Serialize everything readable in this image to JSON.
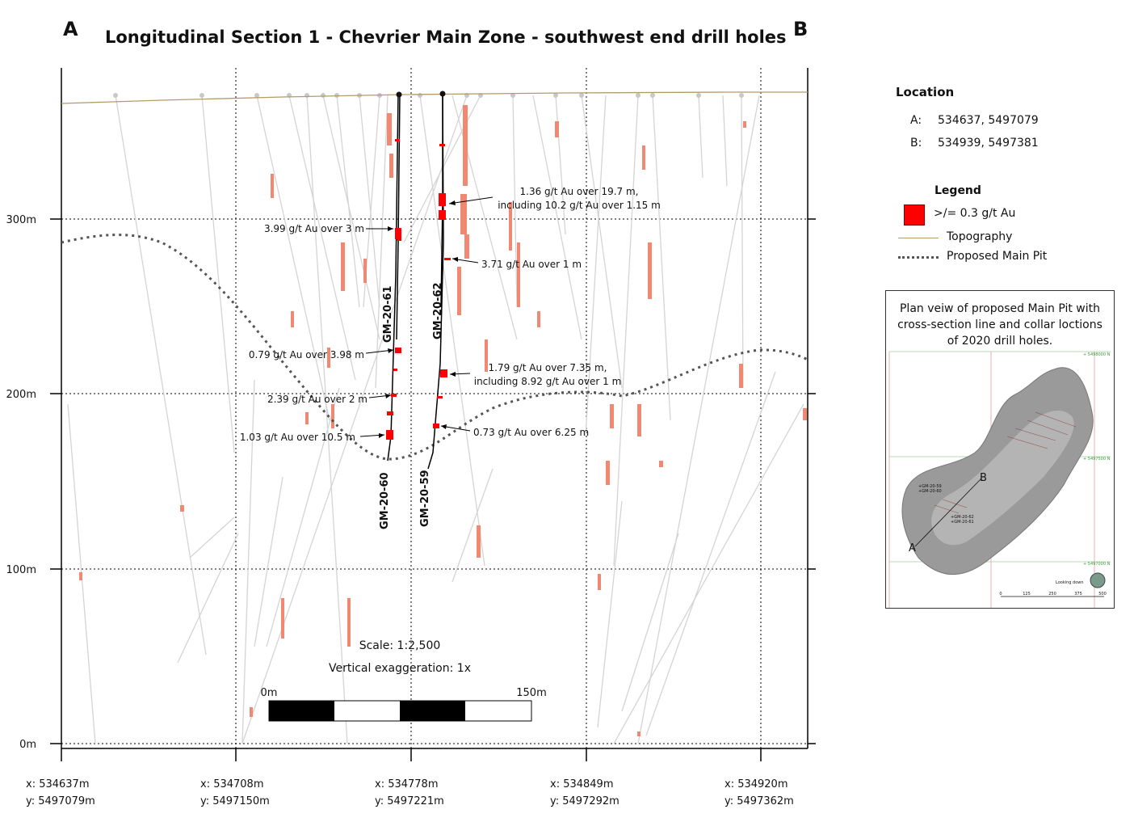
{
  "title": "Longitudinal Section 1 - Chevrier Main Zone - southwest end drill holes",
  "corner_a": "A",
  "corner_b": "B",
  "elevation_labels": [
    "300m",
    "200m",
    "100m",
    "0m"
  ],
  "x_labels": [
    {
      "x": "x: 534637m",
      "y": "y: 5497079m"
    },
    {
      "x": "x: 534708m",
      "y": "y: 5497150m"
    },
    {
      "x": "x: 534778m",
      "y": "y: 5497221m"
    },
    {
      "x": "x: 534849m",
      "y": "y: 5497292m"
    },
    {
      "x": "x: 534920m",
      "y": "y: 5497362m"
    }
  ],
  "holes": [
    "GM-20-61",
    "GM-20-62",
    "GM-20-60",
    "GM-20-59"
  ],
  "annotations": [
    "3.99 g/t Au over 3 m",
    "1.36 g/t Au over 19.7 m,",
    "including 10.2 g/t Au over 1.15 m",
    "3.71 g/t Au over 1 m",
    "0.79 g/t Au over 3.98 m",
    "1.79 g/t Au over 7.35 m,",
    "including 8.92 g/t Au over 1 m",
    "2.39 g/t Au over 2 m",
    "1.03 g/t Au over 10.5 m",
    "0.73 g/t Au over 6.25 m"
  ],
  "scale": {
    "label": "Scale: 1:2,500",
    "exaggeration": "Vertical exaggeration: 1x",
    "start": "0m",
    "end": "150m"
  },
  "location": {
    "heading": "Location",
    "a_key": "A:",
    "a_val": "534637, 5497079",
    "b_key": "B:",
    "b_val": "534939, 5497381"
  },
  "legend": {
    "title": "Legend",
    "grade": ">/= 0.3 g/t Au",
    "topography": "Topography",
    "pit": "Proposed Main Pit"
  },
  "inset": {
    "caption": "Plan veiw of proposed Main Pit with cross-section line and collar loctions of 2020 drill holes.",
    "grid_n1": "+ 5498000 N",
    "grid_n2": "+ 5497500 N",
    "grid_n3": "+ 5497000 N",
    "label_a": "A",
    "label_b": "B",
    "holes_1": "+GM-20-59",
    "holes_2": "+GM-20-60",
    "holes_3": "+GM-20-62",
    "holes_4": "+GM-20-61",
    "looking": "Looking down",
    "scale_ticks": [
      "0",
      "125",
      "250",
      "375",
      "500"
    ]
  },
  "colors": {
    "grade": "#ff0000",
    "assay_light": "#f08872",
    "topography": "#b59a6b",
    "pit": "#555555",
    "trace": "#d4d4d4"
  }
}
